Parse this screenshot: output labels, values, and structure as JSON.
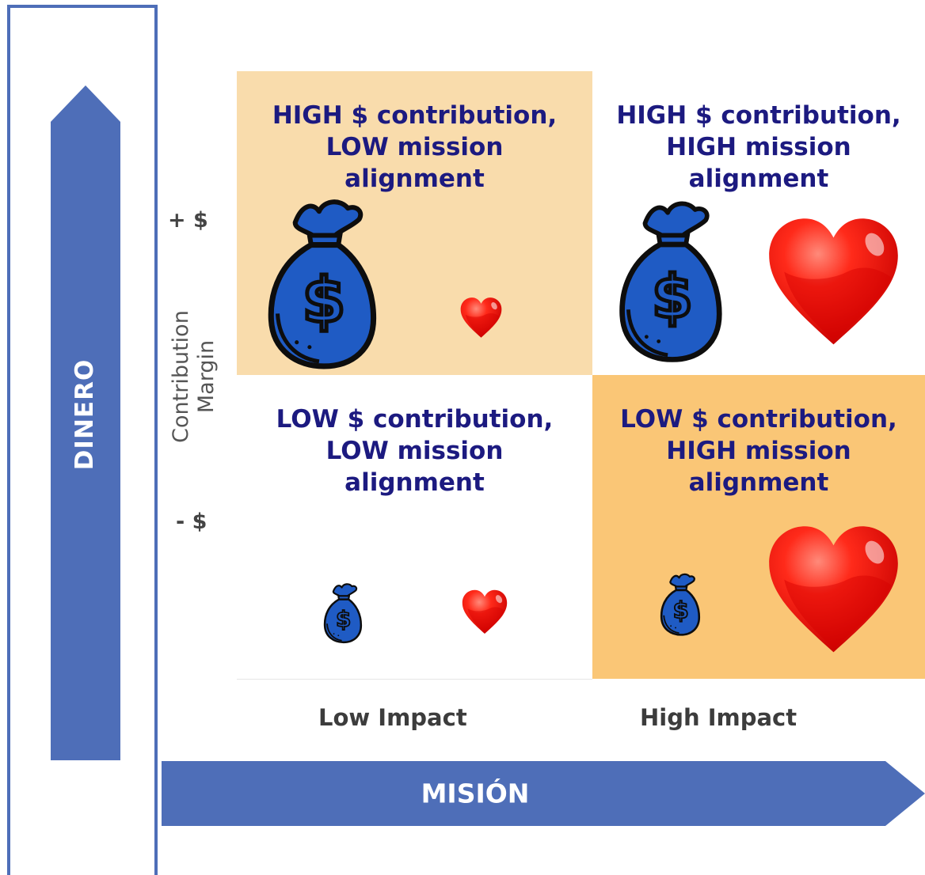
{
  "colors": {
    "arrow": "#4e6eb8",
    "quadrant_top_left": "#f9dcac",
    "quadrant_bottom_right": "#fac676",
    "title_text": "#1c1a80",
    "heart": "#e30000",
    "money_bag": "#1f5bc4"
  },
  "vertical_arrow": {
    "label": "DINERO",
    "icon": "arrow-up-icon"
  },
  "horizontal_arrow": {
    "label": "MISIÓN",
    "icon": "arrow-right-icon"
  },
  "y_axis": {
    "title_line1": "Contribution",
    "title_line2": "Margin",
    "tick_high": "+ $",
    "tick_low": "- $"
  },
  "x_axis": {
    "tick_low": "Low Impact",
    "tick_high": "High Impact"
  },
  "quadrants": {
    "top_left": {
      "line1": "HIGH $ contribution,",
      "line2": "LOW mission",
      "line3": "alignment",
      "icons": [
        "money-bag-icon",
        "heart-icon"
      ]
    },
    "top_right": {
      "line1": "HIGH $ contribution,",
      "line2": "HIGH mission",
      "line3": "alignment",
      "icons": [
        "money-bag-icon",
        "heart-icon"
      ]
    },
    "bottom_left": {
      "line1": "LOW $ contribution,",
      "line2": "LOW mission",
      "line3": "alignment",
      "icons": [
        "money-bag-icon",
        "heart-icon"
      ]
    },
    "bottom_right": {
      "line1": "LOW $ contribution,",
      "line2": "HIGH mission",
      "line3": "alignment",
      "icons": [
        "money-bag-icon",
        "heart-icon"
      ]
    }
  }
}
